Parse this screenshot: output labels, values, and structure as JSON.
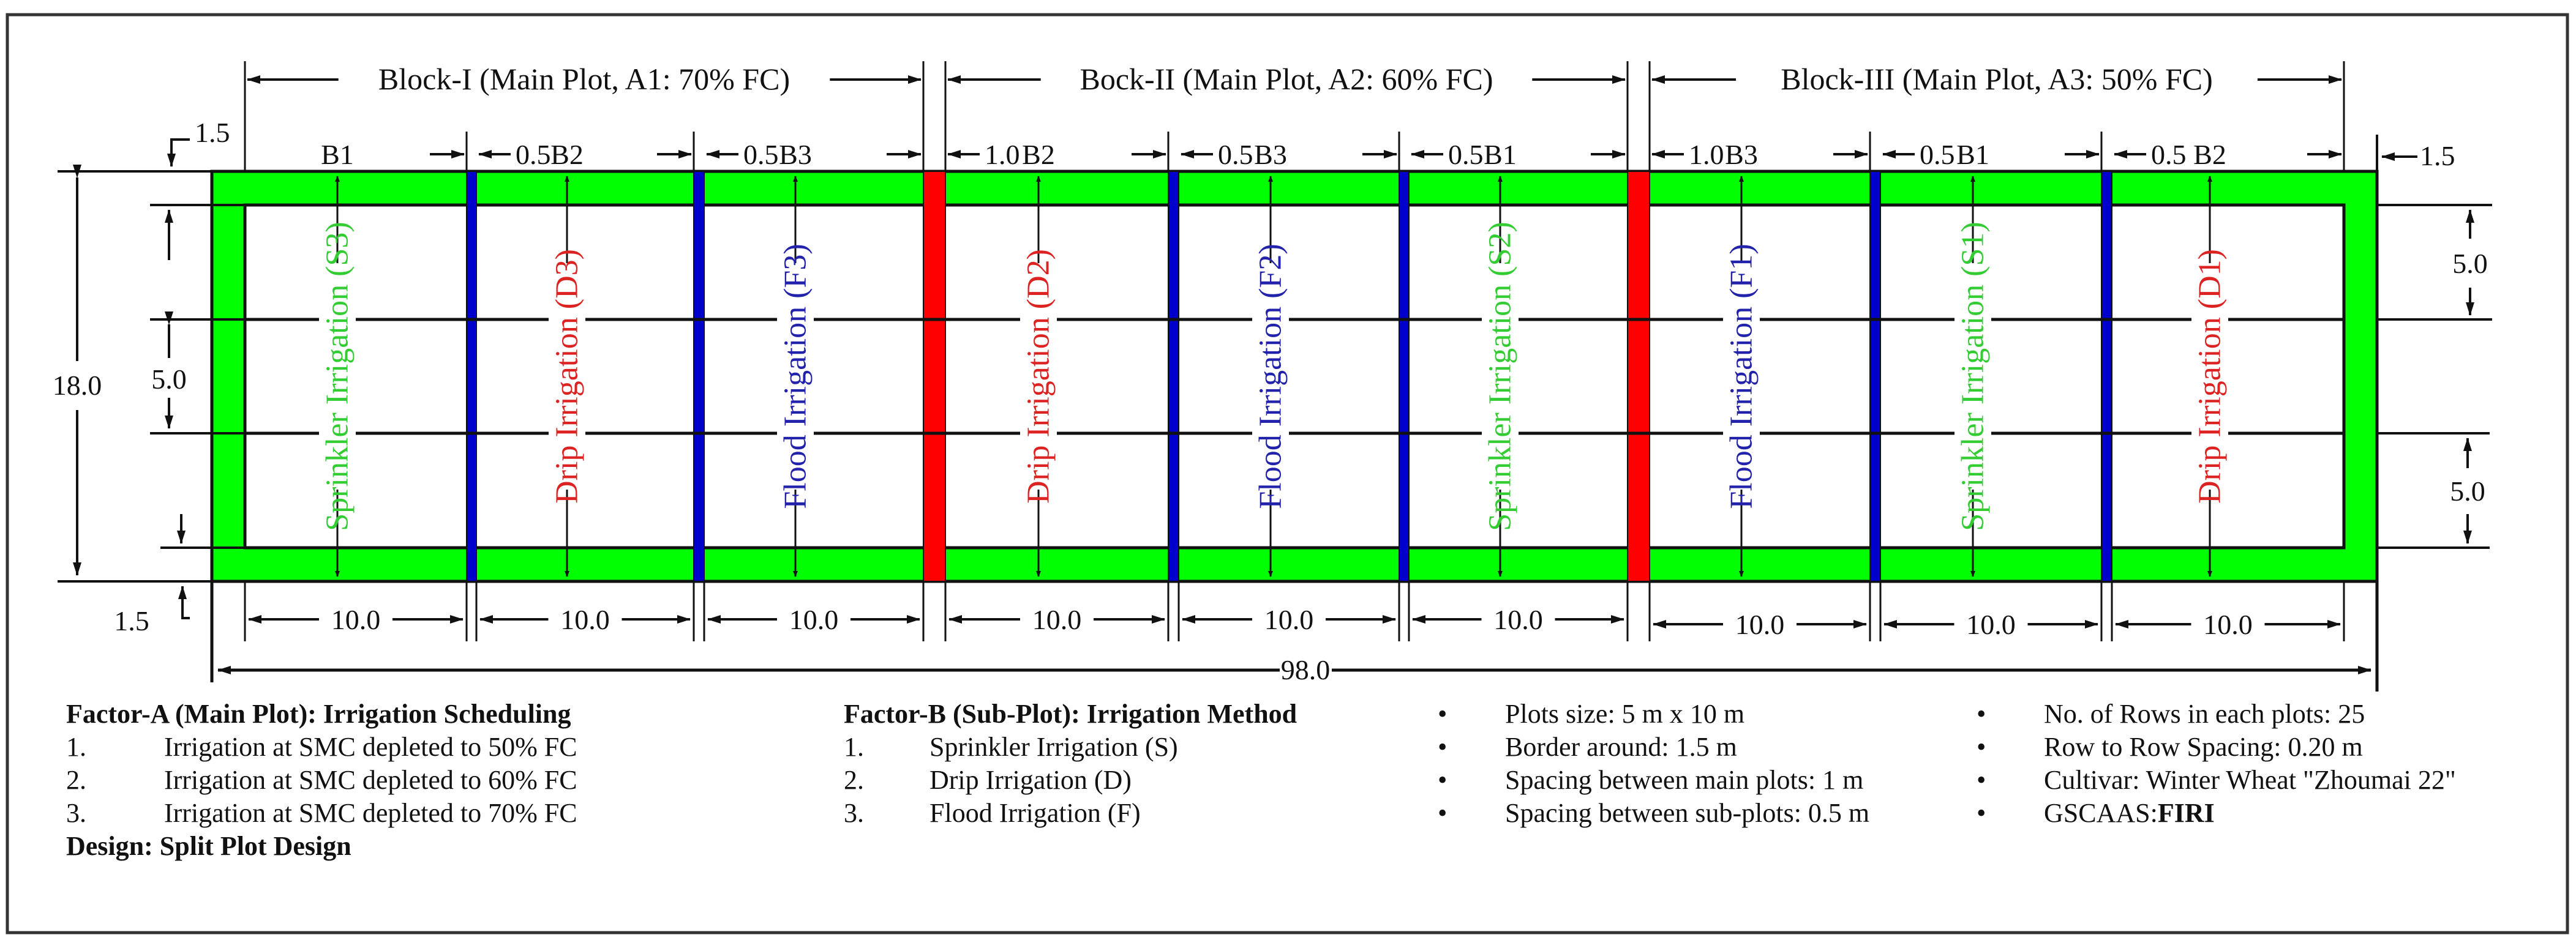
{
  "colors": {
    "border_green": "#00ff00",
    "main_divider_red": "#ff0000",
    "sub_divider_blue": "#0000cc",
    "sprinkler_text": "#33cc33",
    "drip_text": "#dd2222",
    "flood_text": "#2222aa",
    "line": "#111111"
  },
  "blocks": [
    {
      "label": "Block-I (Main Plot, A1: 70% FC)"
    },
    {
      "label": "Bock-II (Main Plot, A2: 60% FC)"
    },
    {
      "label": "Block-III (Main Plot, A3: 50% FC)"
    }
  ],
  "top_dims": {
    "left_border": "1.5",
    "right_border": "1.5",
    "segments": [
      {
        "spacing": "",
        "sub": "B1"
      },
      {
        "spacing": "0.5",
        "sub": "B2"
      },
      {
        "spacing": "0.5",
        "sub": "B3"
      },
      {
        "spacing": "1.0",
        "sub": "B2"
      },
      {
        "spacing": "0.5",
        "sub": "B3"
      },
      {
        "spacing": "0.5",
        "sub": "B1"
      },
      {
        "spacing": "1.0",
        "sub": "B3"
      },
      {
        "spacing": "0.5",
        "sub": "B1"
      },
      {
        "spacing": "0.5",
        "sub": "B2"
      }
    ]
  },
  "plots": [
    {
      "label": "Sprinkler Irrigation (S3)",
      "type": "sprinkler"
    },
    {
      "label": "Drip Irrigation (D3)",
      "type": "drip"
    },
    {
      "label": "Flood Irrigation (F3)",
      "type": "flood"
    },
    {
      "label": "Drip Irrigation (D2)",
      "type": "drip"
    },
    {
      "label": "Flood Irrigation (F2)",
      "type": "flood"
    },
    {
      "label": "Sprinkler Irrigation (S2)",
      "type": "sprinkler"
    },
    {
      "label": "Flood Irrigation (F1)",
      "type": "flood"
    },
    {
      "label": "Sprinkler Irrigation (S1)",
      "type": "sprinkler"
    },
    {
      "label": "Drip Irrigation (D1)",
      "type": "drip"
    }
  ],
  "side_dims": {
    "total_height": "18.0",
    "left_middle": "5.0",
    "right_top": "5.0",
    "right_bottom": "5.0",
    "top_border": "1.5",
    "bottom_border": "1.5"
  },
  "bottom_dims": {
    "plot_widths": [
      "10.0",
      "10.0",
      "10.0",
      "10.0",
      "10.0",
      "10.0",
      "10.0",
      "10.0",
      "10.0"
    ],
    "total_width": "98.0"
  },
  "legend": {
    "factor_a": {
      "title": "Factor-A (Main Plot): Irrigation Scheduling",
      "items": [
        {
          "num": "1.",
          "text": "Irrigation at SMC depleted to 50% FC"
        },
        {
          "num": "2.",
          "text": "Irrigation at SMC depleted to 60% FC"
        },
        {
          "num": "3.",
          "text": "Irrigation at SMC depleted to 70% FC"
        }
      ],
      "design": "Design: Split Plot Design"
    },
    "factor_b": {
      "title": "Factor-B (Sub-Plot): Irrigation Method",
      "items": [
        {
          "num": "1.",
          "text": "Sprinkler Irrigation (S)"
        },
        {
          "num": "2.",
          "text": "Drip Irrigation (D)"
        },
        {
          "num": "3.",
          "text": "Flood Irrigation (F)"
        }
      ]
    },
    "specs_1": [
      "Plots size: 5 m x 10 m",
      "Border around: 1.5 m",
      "Spacing between main plots: 1 m",
      "Spacing between sub-plots: 0.5 m"
    ],
    "specs_2": [
      "No. of Rows in each plots: 25",
      "Row to Row Spacing: 0.20 m",
      "Cultivar: Winter  Wheat \"Zhoumai 22\""
    ],
    "gscaas_label": "GSCAAS: ",
    "gscaas_value": "FIRI",
    "bullet": "•"
  }
}
